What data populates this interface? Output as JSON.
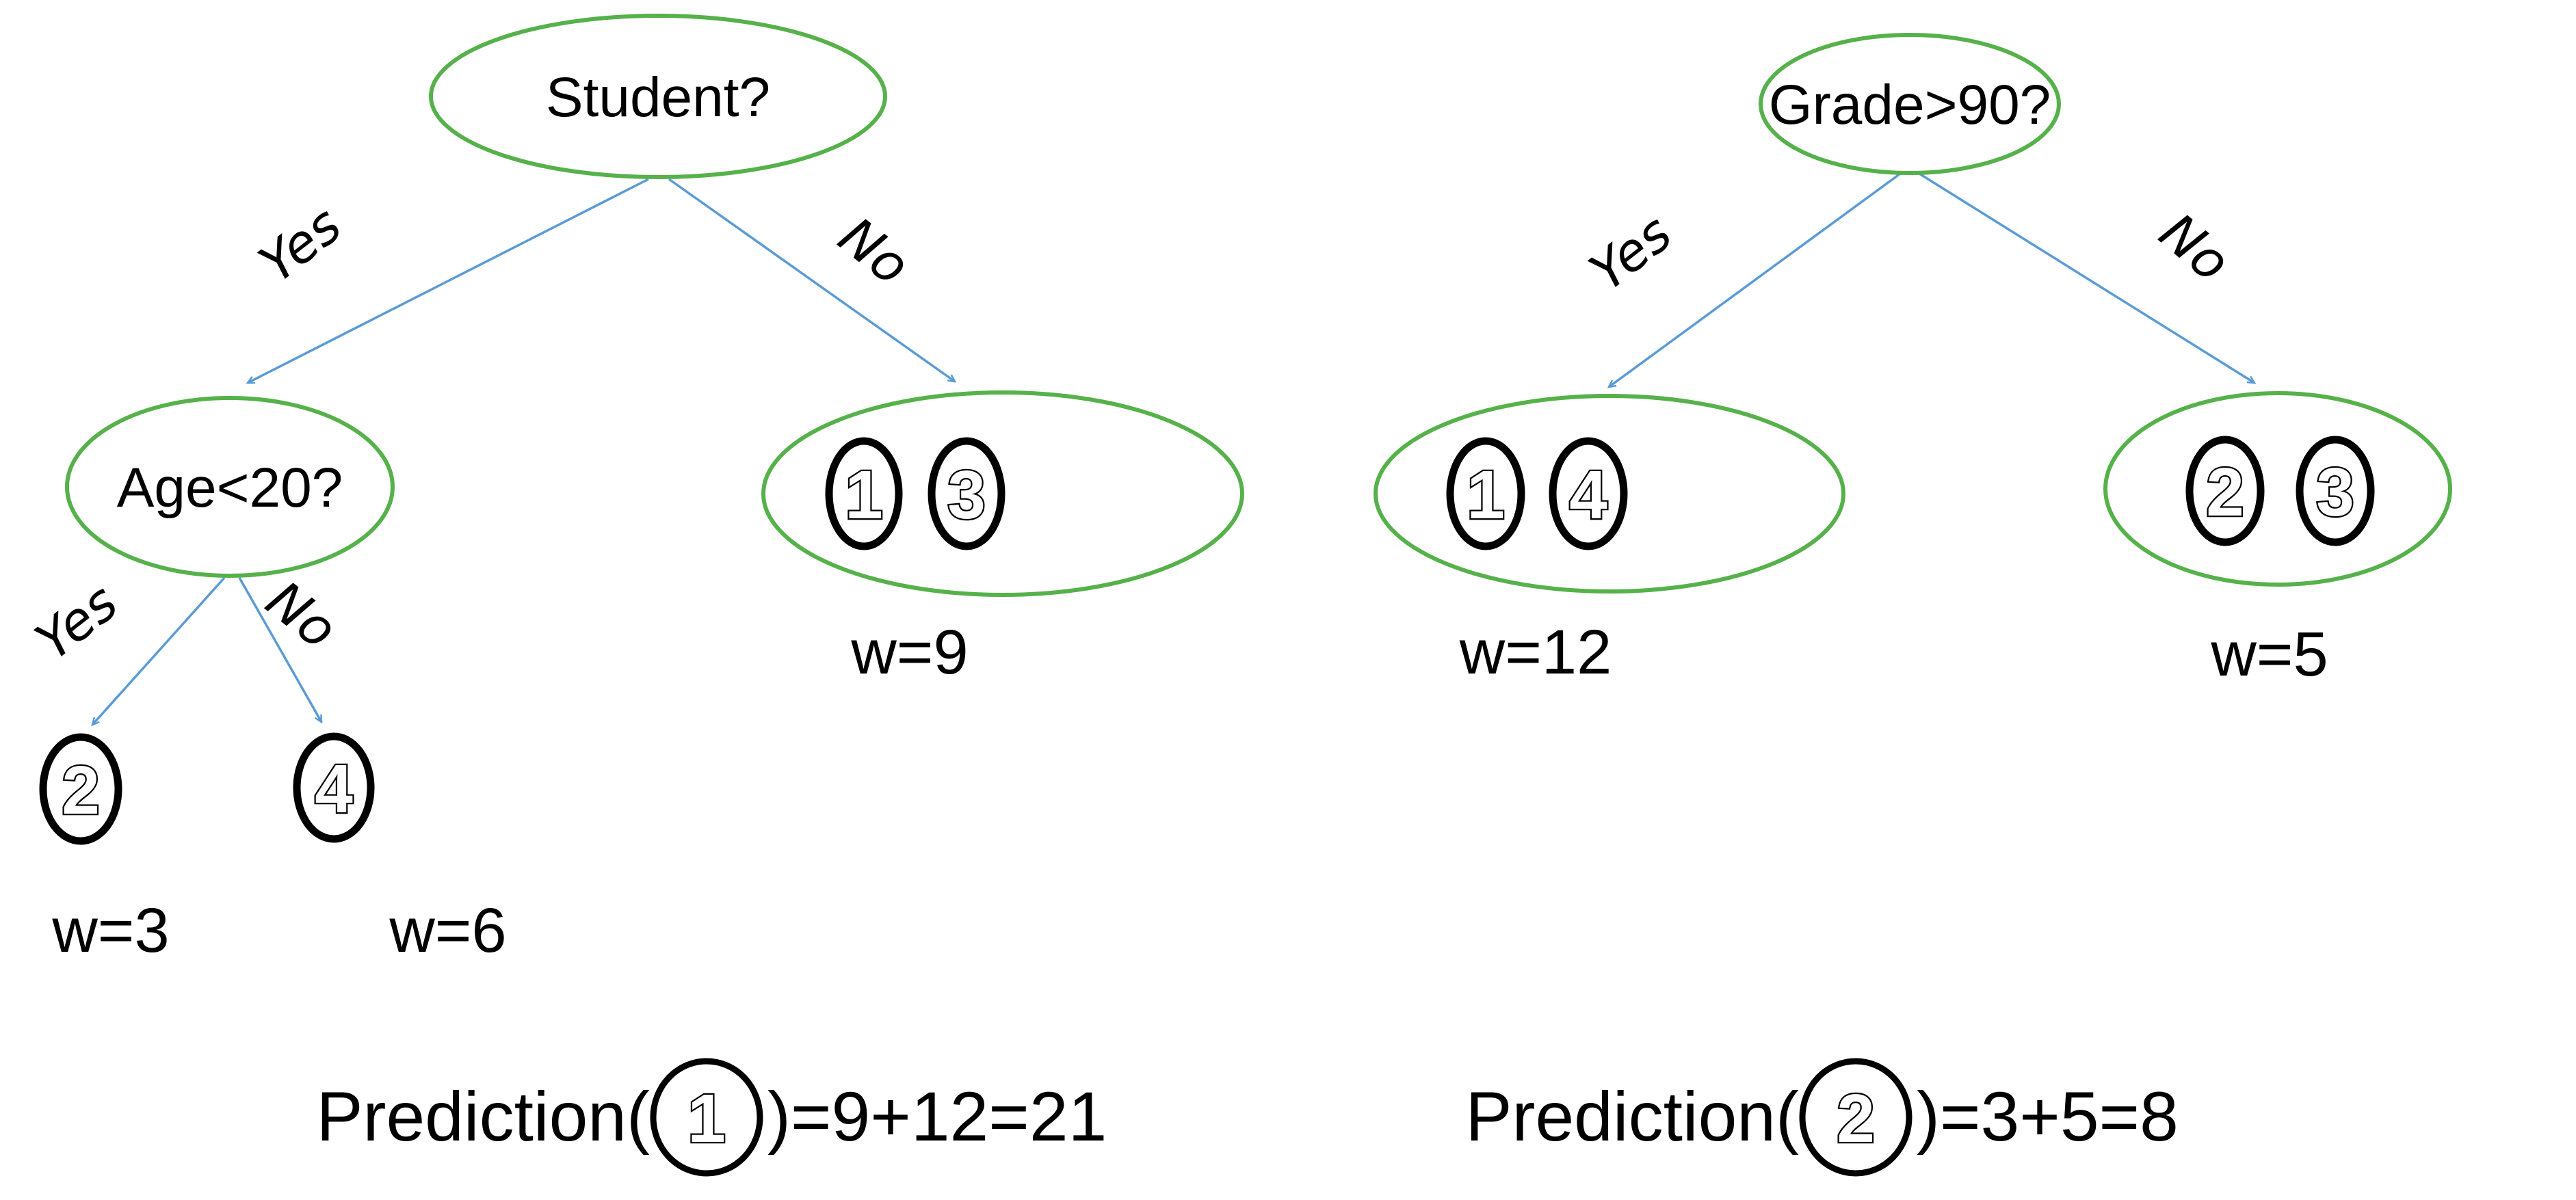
{
  "figure": {
    "description": "Two boosted decision trees with leaf weights and prediction sums",
    "colors": {
      "node_outline": "#56b14b",
      "edge_arrow": "#5b9bd5",
      "text": "#000000",
      "instance_outline": "#000000"
    },
    "tree1": {
      "root_label": "Student?",
      "edge_yes": "Yes",
      "edge_no": "No",
      "internal_label": "Age<20?",
      "internal_edge_yes": "Yes",
      "internal_edge_no": "No",
      "leaf_no": {
        "instances": [
          "1",
          "3"
        ],
        "weight_label": "w=9"
      },
      "leaf_yes_yes": {
        "instance": "2",
        "weight_label": "w=3"
      },
      "leaf_yes_no": {
        "instance": "4",
        "weight_label": "w=6"
      }
    },
    "tree2": {
      "root_label": "Grade>90?",
      "edge_yes": "Yes",
      "edge_no": "No",
      "leaf_yes": {
        "instances": [
          "1",
          "4"
        ],
        "weight_label": "w=12"
      },
      "leaf_no": {
        "instances": [
          "2",
          "3"
        ],
        "weight_label": "w=5"
      }
    },
    "predictions": [
      {
        "prefix": "Prediction(",
        "instance": "1",
        "result": ")=9+12=21"
      },
      {
        "prefix": "Prediction(",
        "instance": "2",
        "result": ")=3+5=8"
      }
    ]
  }
}
